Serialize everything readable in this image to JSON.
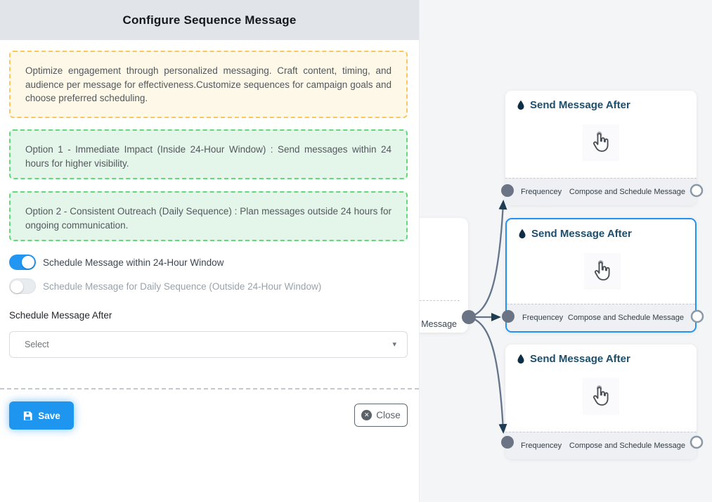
{
  "colors": {
    "accent_blue": "#1e96f0",
    "toggle_on": "#2196f3",
    "selected_node_border": "#2492f0",
    "yellow_notice_border": "#fcc75f",
    "yellow_notice_bg": "#fdf8e7",
    "green_notice_border": "#63d97e",
    "green_notice_bg": "#e4f6ea",
    "edge": "#64748b",
    "arrow": "#1d3d54",
    "node_title_navy": "#1d4e6b",
    "header_bg": "#e1e4e8",
    "flow_bg": "#f4f5f7"
  },
  "icons": {
    "save": "floppy-disk-icon",
    "close": "circle-x-icon",
    "close_glyph": "✕",
    "caret_glyph": "▾",
    "node_title_icon": "water-drop-icon",
    "node_body_icon": "hand-pointer-icon"
  },
  "panel": {
    "title": "Configure Sequence Message",
    "intro": "Optimize engagement through personalized messaging. Craft content, timing, and audience per message for effectiveness.Customize sequences for campaign goals and choose preferred scheduling.",
    "option1": "Option 1 - Immediate Impact (Inside 24-Hour Window) : Send messages within 24 hours for higher visibility.",
    "option2": "Option 2 - Consistent Outreach (Daily Sequence) : Plan messages outside 24 hours for ongoing communication.",
    "toggle_within": {
      "label": "Schedule Message within 24-Hour Window",
      "state": "on"
    },
    "toggle_daily": {
      "label": "Schedule Message for Daily Sequence (Outside 24-Hour Window)",
      "state": "off"
    },
    "schedule_after_label": "Schedule Message After",
    "select_value": "Select",
    "save_label": "Save",
    "close_label": "Close"
  },
  "flow": {
    "partial_node_label": "ce Message",
    "nodes": [
      {
        "title": "Send Message After",
        "handle_left": "Frequencey",
        "handle_right": "Compose and Schedule Message",
        "selected": "false"
      },
      {
        "title": "Send Message After",
        "handle_left": "Frequencey",
        "handle_right": "Compose and Schedule Message",
        "selected": "true"
      },
      {
        "title": "Send Message After",
        "handle_left": "Frequencey",
        "handle_right": "Compose and Schedule Message",
        "selected": "false"
      }
    ]
  }
}
